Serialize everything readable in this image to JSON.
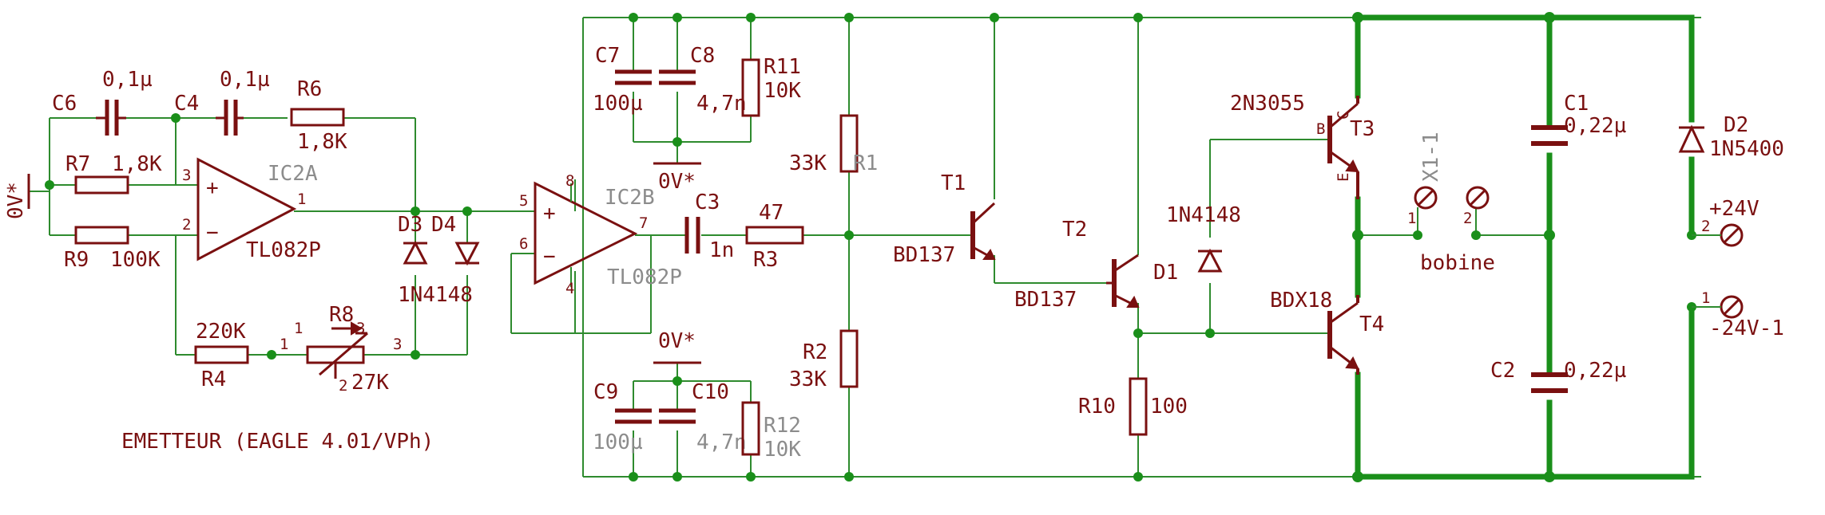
{
  "colors": {
    "wire": "#2e8b2e",
    "component": "#7a1010",
    "grey_label": "#8c8c8c"
  },
  "title": "EMETTEUR (EAGLE 4.01/VPh)",
  "ground_label": "0V*",
  "capacitors": {
    "c6": {
      "name": "C6",
      "value": "0,1µ"
    },
    "c4": {
      "name": "C4",
      "value": "0,1µ"
    },
    "c7": {
      "name": "C7",
      "value": "100µ"
    },
    "c8": {
      "name": "C8",
      "value": "4,7n"
    },
    "c3": {
      "name": "C3",
      "value": "1n"
    },
    "c9": {
      "name": "C9",
      "value": "100µ"
    },
    "c10": {
      "name": "C10",
      "value": "4,7n"
    },
    "c1": {
      "name": "C1",
      "value": "0,22µ"
    },
    "c2": {
      "name": "C2",
      "value": "0,22µ"
    }
  },
  "resistors": {
    "r6": {
      "name": "R6",
      "value": "1,8K"
    },
    "r7": {
      "name": "R7",
      "value": "1,8K"
    },
    "r9": {
      "name": "R9",
      "value": "100K"
    },
    "r4": {
      "name": "R4",
      "value": "220K"
    },
    "r8": {
      "name": "R8",
      "value": "27K"
    },
    "r11": {
      "name": "R11",
      "value": "10K"
    },
    "r12": {
      "name": "R12",
      "value": "10K"
    },
    "r1": {
      "name": "R1",
      "value": "33K"
    },
    "r2": {
      "name": "R2",
      "value": "33K"
    },
    "r3": {
      "name": "R3",
      "value": "47"
    },
    "r10": {
      "name": "R10",
      "value": "100"
    }
  },
  "opamps": {
    "ic2a": {
      "name": "IC2A",
      "part": "TL082P"
    },
    "ic2b": {
      "name": "IC2B",
      "part": "TL082P"
    }
  },
  "diodes": {
    "d3": {
      "name": "D3"
    },
    "d4": {
      "name": "D4",
      "part": "1N4148"
    },
    "d1": {
      "name": "D1",
      "part": "1N4148"
    },
    "d2": {
      "name": "D2",
      "part": "1N5400"
    }
  },
  "transistors": {
    "t1": {
      "name": "T1",
      "part": "BD137"
    },
    "t2": {
      "name": "T2",
      "part": "BD137"
    },
    "t3": {
      "name": "T3",
      "part": "2N3055"
    },
    "t4": {
      "name": "T4",
      "part": "BDX18"
    }
  },
  "connectors": {
    "x1": {
      "name": "X1-1",
      "label": "bobine"
    },
    "pos": {
      "label": "+24V"
    },
    "neg": {
      "label": "-24V-1"
    }
  },
  "pins": {
    "p1": "1",
    "p2": "2",
    "p3": "3",
    "p4": "4",
    "p5": "5",
    "p6": "6",
    "p7": "7",
    "p8": "8",
    "b": "B",
    "c": "C",
    "e": "E"
  }
}
